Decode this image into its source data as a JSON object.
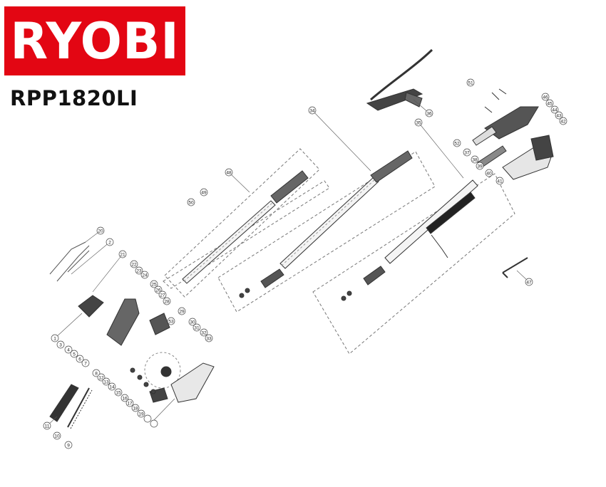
{
  "brand": {
    "logo_text": "RYOBI",
    "logo_color": "#e30613"
  },
  "model": "RPP1820LI",
  "callouts": [
    "1",
    "2",
    "3",
    "4",
    "5",
    "6",
    "7",
    "8",
    "9",
    "10",
    "11",
    "12",
    "13",
    "14",
    "15",
    "16",
    "17",
    "18",
    "19",
    "20",
    "21",
    "22",
    "23",
    "24",
    "25",
    "26",
    "27",
    "28",
    "29",
    "30",
    "31",
    "32",
    "33",
    "34",
    "35",
    "36",
    "37",
    "38",
    "39",
    "40",
    "41",
    "42",
    "43",
    "44",
    "45",
    "46",
    "47",
    "48",
    "49",
    "50",
    "51",
    "52",
    "53"
  ]
}
